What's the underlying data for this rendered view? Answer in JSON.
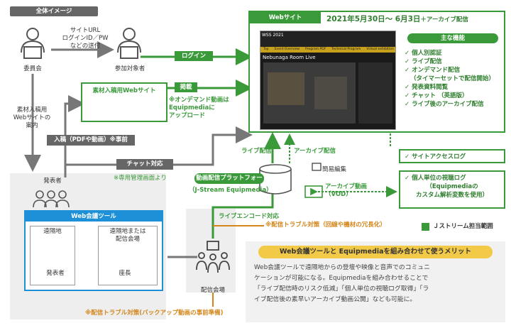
{
  "header_tag": "全体イメージ",
  "roles": {
    "committee": "委員会",
    "participant": "参加対象者",
    "presenter": "発表者",
    "remote_presenter": "発表者",
    "chair": "座長",
    "venue": "配信会場"
  },
  "send_info": [
    "サイトURL",
    "ログインID／PW",
    "などの送付"
  ],
  "guide_info": [
    "素材入稿用",
    "Webサイトの",
    "案内"
  ],
  "labels": {
    "login": "ログイン",
    "post": "掲載",
    "material_site": "素材入稿用Webサイト",
    "ondemand_note": [
      "※オンデマンド動画は",
      "Equipmediaに",
      "アップロード"
    ],
    "submission": "入稿（PDFや動画）※事前",
    "chat": "チャット対応",
    "chat_note": "※専用管理画面より",
    "live_delivery": "ライブ配信",
    "archive_delivery": "アーカイブ配信",
    "simple_edit": "簡易編集",
    "archive_video": [
      "アーカイブ動画",
      "（VOD）"
    ],
    "live_encode": "ライブエンコード対応",
    "trouble_note1": "※配信トラブル対策（回線や機材の冗長化）",
    "trouble_note2": "※配信トラブル対策(バックアップ動画の事前準備)",
    "jstream_legend": "Ｊストリーム担当範囲"
  },
  "website": {
    "title": "Webサイト",
    "dates": "2021年5月30日～ 6月3日",
    "dates_suffix": "＋アーカイブ配信",
    "features_title": "主な機能",
    "features": [
      "個人別認証",
      "ライブ配信",
      "オンデマンド配信",
      "（タイマーセットで配信開始）",
      "発表資料閲覧",
      "チャット （英語版）",
      "ライブ後のアーカイブ配信"
    ],
    "screenshot_title": "Nebunaga Room Live",
    "screenshot_logo": "WSS 2021",
    "screenshot_nav": [
      "Top",
      "Event Overview",
      "Program PDF",
      "Technical Program",
      "Virtual exhibition"
    ]
  },
  "site_access_log": "サイトアクセスログ",
  "viewing_log": [
    "個人単位の視聴ログ",
    "（Equipmediaの",
    "カスタム解析変数を使用）"
  ],
  "platform": {
    "title": "動画配信プラットフォーム",
    "subtitle": "（J-Stream Equipmedia）"
  },
  "web_tool": {
    "title": "Web会議ツール",
    "remote": "遠隔地",
    "venue": [
      "遠隔地または",
      "配信会場"
    ]
  },
  "merit": {
    "title": "Web会議ツールと Equipmediaを組み合わせて使うメリット",
    "body": [
      "Web会議ツールで遠隔地からの登壇や映像と音声でのコミュニ",
      "ケーションが可能になる。Equipmediaを組み合わせることで",
      "「ライブ配信時のリスク低減」「個人単位の視聴ログ取得」「ラ",
      "イブ配信後の素早いアーカイブ動画公開」なども可能に。"
    ]
  },
  "colors": {
    "green": "#3a9a3a",
    "gray": "#666666",
    "blue": "#1e90d8",
    "orange": "#d4861a"
  }
}
